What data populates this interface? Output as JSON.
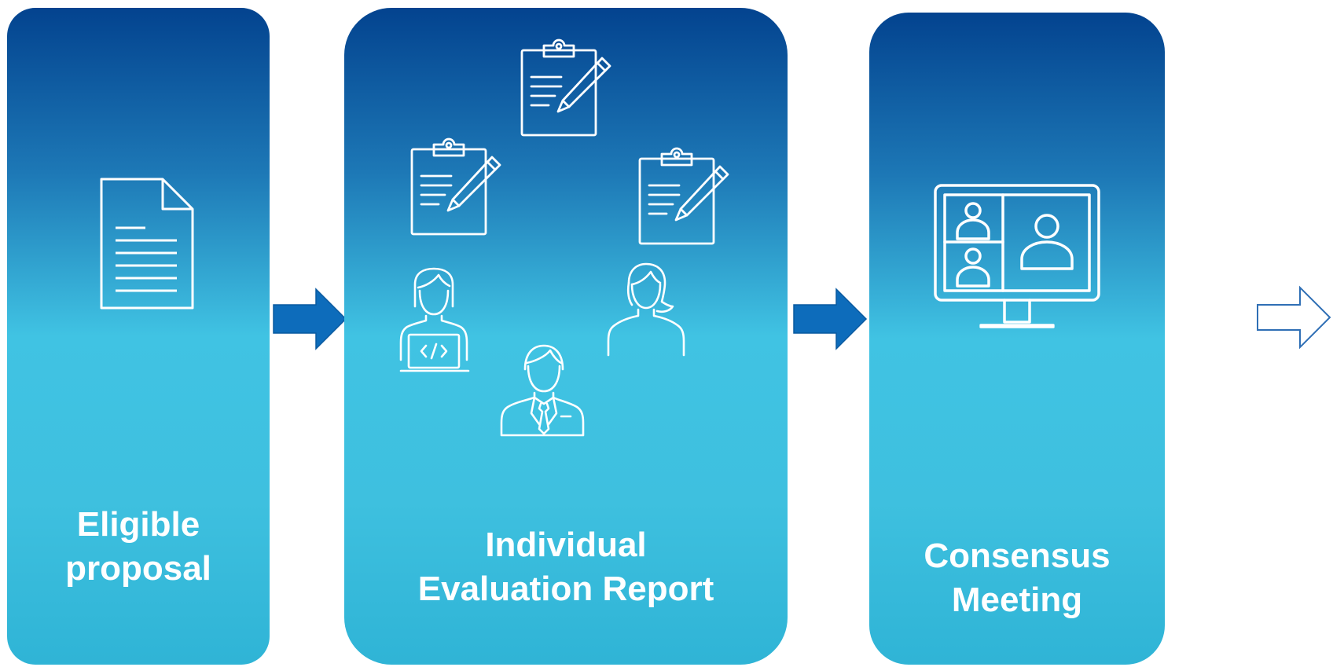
{
  "diagram": {
    "steps": [
      {
        "id": "eligible-proposal",
        "label_lines": [
          "Eligible",
          "proposal"
        ],
        "icons": [
          "document-icon"
        ]
      },
      {
        "id": "individual-evaluation-report",
        "label_lines": [
          "Individual",
          "Evaluation Report"
        ],
        "icons": [
          "clipboard-pencil-icon",
          "clipboard-pencil-icon",
          "clipboard-pencil-icon",
          "female-developer-icon",
          "female-person-icon",
          "businessman-icon"
        ]
      },
      {
        "id": "consensus-meeting",
        "label_lines": [
          "Consensus",
          "Meeting"
        ],
        "icons": [
          "video-conference-monitor-icon"
        ]
      }
    ],
    "connectors": [
      "arrow-right-icon",
      "arrow-right-icon",
      "arrow-right-outline-icon"
    ],
    "colors": {
      "panel_top": "#03438f",
      "panel_middle": "#40c3e3",
      "panel_bottom": "#2fb4d6",
      "arrow_fill": "#0d6cbb",
      "arrow_outline": "#2f6fb5",
      "text": "#ffffff"
    }
  }
}
